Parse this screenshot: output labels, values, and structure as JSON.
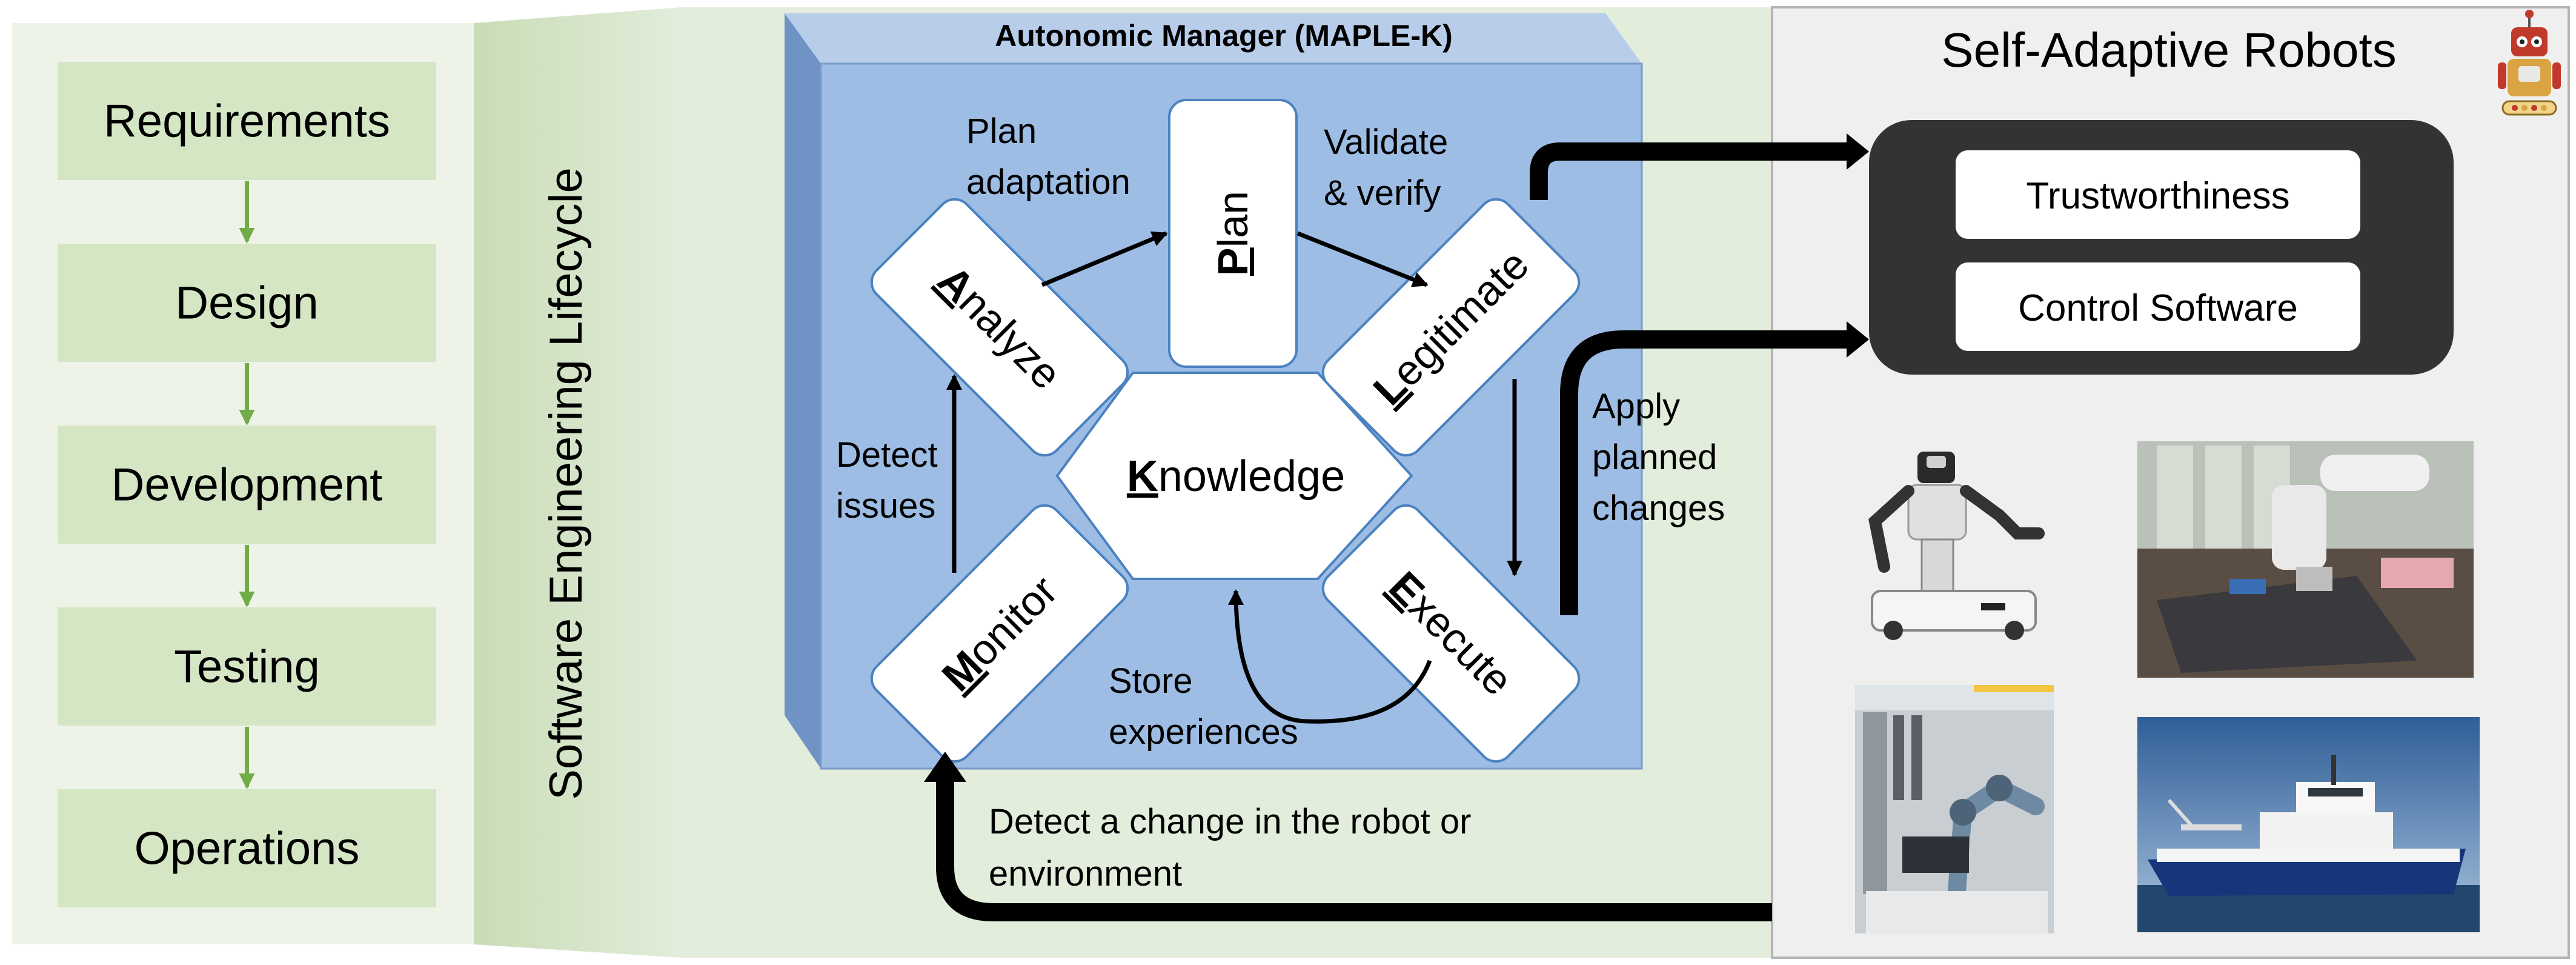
{
  "lifecycle": {
    "title": "Software Engineering Lifecycle",
    "stages": [
      "Requirements",
      "Design",
      "Development",
      "Testing",
      "Operations"
    ]
  },
  "manager": {
    "title": "Autonomic Manager (MAPLE-K)",
    "nodes": {
      "analyze": {
        "initial": "A",
        "rest": "nalyze"
      },
      "plan": {
        "initial": "P",
        "rest": "lan"
      },
      "legitimate": {
        "initial": "L",
        "rest": "egitimate"
      },
      "monitor": {
        "initial": "M",
        "rest": "onitor"
      },
      "execute": {
        "initial": "E",
        "rest": "xecute"
      },
      "knowledge": {
        "initial": "K",
        "rest": "nowledge"
      }
    },
    "edge_labels": {
      "plan_adaptation": [
        "Plan",
        "adaptation"
      ],
      "validate_verify": [
        "Validate",
        "& verify"
      ],
      "detect_issues": [
        "Detect",
        "issues"
      ],
      "apply_changes": [
        "Apply",
        "planned",
        "changes"
      ],
      "store_experiences": [
        "Store",
        "experiences"
      ],
      "detect_change": [
        "Detect a change in the robot or",
        "environment"
      ]
    }
  },
  "robots": {
    "title": "Self-Adaptive Robots",
    "items": [
      "Trustworthiness",
      "Control Software"
    ],
    "photos": [
      "humanoid-mobile-robot",
      "lab-robot-arm",
      "industrial-cobot",
      "research-vessel"
    ]
  },
  "colors": {
    "lifecycle_panel": "#eef3e8",
    "stage_box": "#d5e6c5",
    "stage_arrow": "#70ad47",
    "band": "#dbe8cf",
    "manager_front": "#9dbde5",
    "manager_side": "#6f93c4",
    "manager_top": "#b7cdea",
    "node_border": "#4a82c0",
    "robots_panel": "#efefef",
    "dark_box": "#333333"
  }
}
